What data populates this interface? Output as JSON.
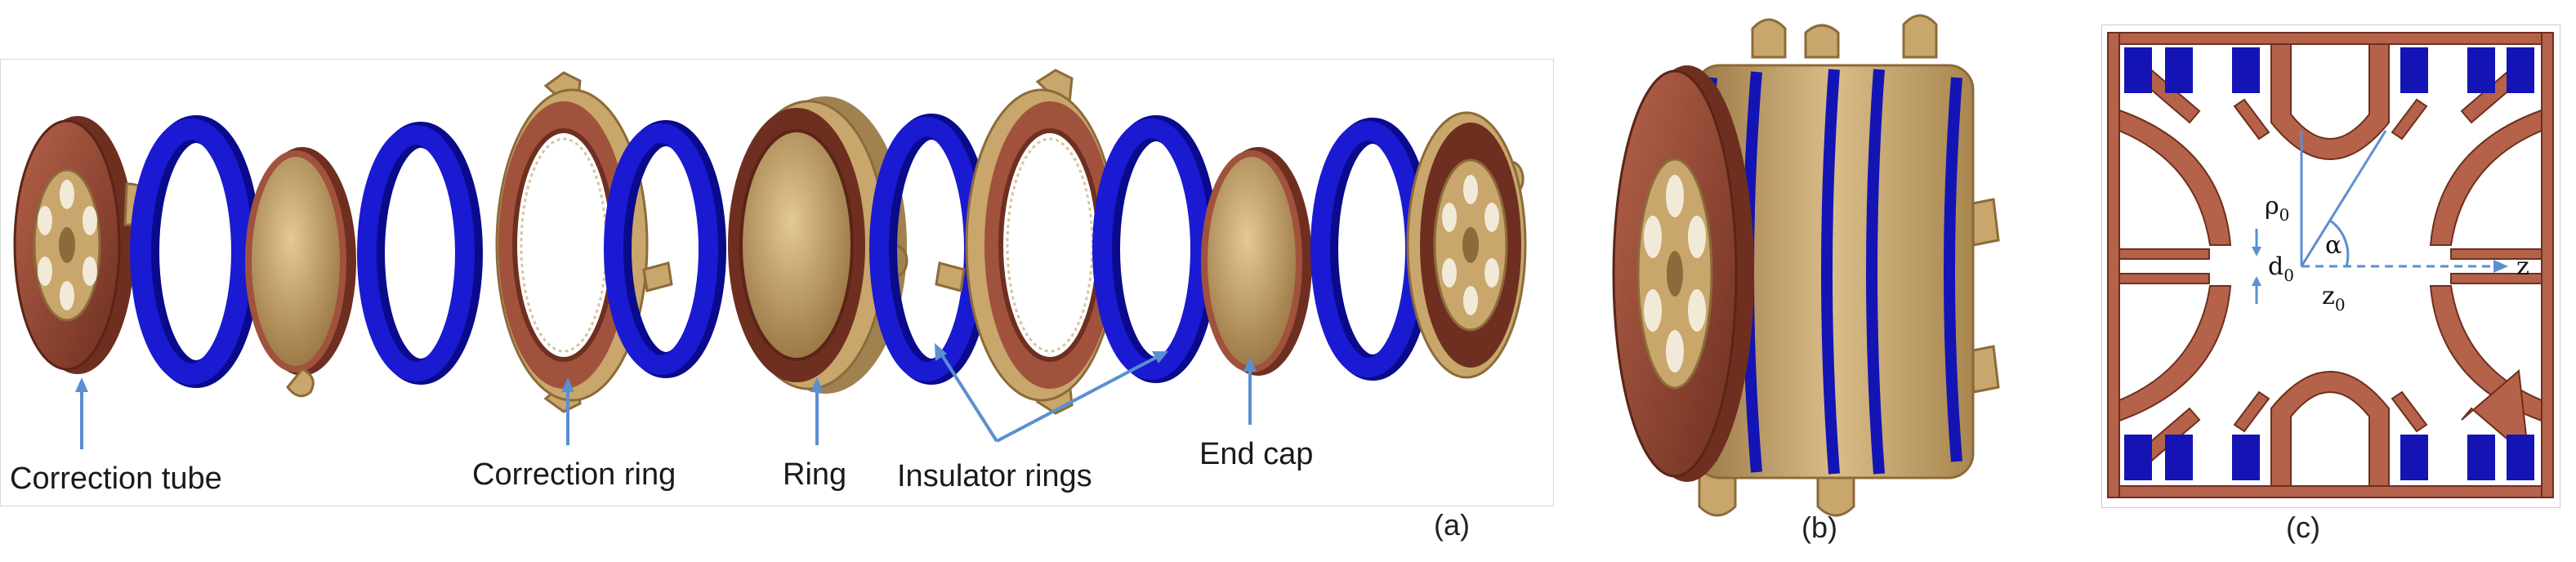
{
  "panel_a": {
    "labels": {
      "correction_tube": "Correction tube",
      "correction_ring": "Correction ring",
      "ring": "Ring",
      "insulator_rings": "Insulator rings",
      "end_cap": "End cap"
    },
    "panel_label": "(a)"
  },
  "panel_b": {
    "panel_label": "(b)"
  },
  "panel_c": {
    "panel_label": "(c)",
    "symbols": {
      "rho": "ρ",
      "rho_sub": "0",
      "d": "d",
      "d_sub": "0",
      "z": "z",
      "z_sub": "0",
      "alpha": "α",
      "z_axis": "z"
    }
  },
  "colors": {
    "copper": "#a0523d",
    "copper_dark": "#6e2f20",
    "brass": "#c9a66b",
    "brass_dark": "#8c6b3a",
    "insulator_blue": "#1414b4",
    "arrow": "#5b8fd0"
  }
}
